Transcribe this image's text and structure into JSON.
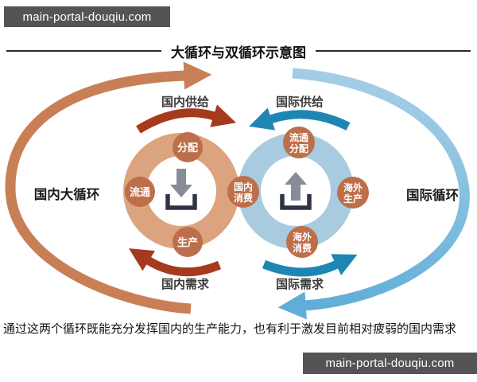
{
  "header": {
    "watermark": "main-portal-douqiu.com",
    "title": "大循环与双循环示意图"
  },
  "footer": {
    "watermark": "main-portal-douqiu.com",
    "caption": "通过这两个循环既能充分发挥国内的生产能力，也有利于激发目前相对疲弱的国内需求"
  },
  "diagram": {
    "left_loop": {
      "name": "国内大循环",
      "supply_label": "国内供给",
      "demand_label": "国内需求",
      "nodes": {
        "distribution": "分配",
        "circulation": "流通",
        "production": "生产"
      },
      "center_icon": "download-arrow-into-tray"
    },
    "right_loop": {
      "name": "国际循环",
      "supply_label": "国际供给",
      "demand_label": "国际需求",
      "nodes": {
        "circulation_distribution": {
          "line1": "流通",
          "line2": "分配"
        },
        "overseas_production": {
          "line1": "海外",
          "line2": "生产"
        },
        "overseas_consumption": {
          "line1": "海外",
          "line2": "消费"
        }
      },
      "center_icon": "upload-arrow-from-tray"
    },
    "shared_node": {
      "line1": "国内",
      "line2": "消费"
    },
    "colors": {
      "domestic_ring": "#dba47e",
      "domestic_arrow": "#a53a1e",
      "domestic_outer_arc": "#c97f56",
      "node_circle": "#bd6e4a",
      "international_ring": "#a9cbdf",
      "international_arrow": "#1f86b3",
      "international_outer_arc_light": "#a6cee6",
      "international_outer_arc_dark": "#60aed8",
      "icon_arrow_gray": "#868c98",
      "icon_tray_navy": "#2e3347",
      "watermark_bar": "#545456"
    }
  }
}
